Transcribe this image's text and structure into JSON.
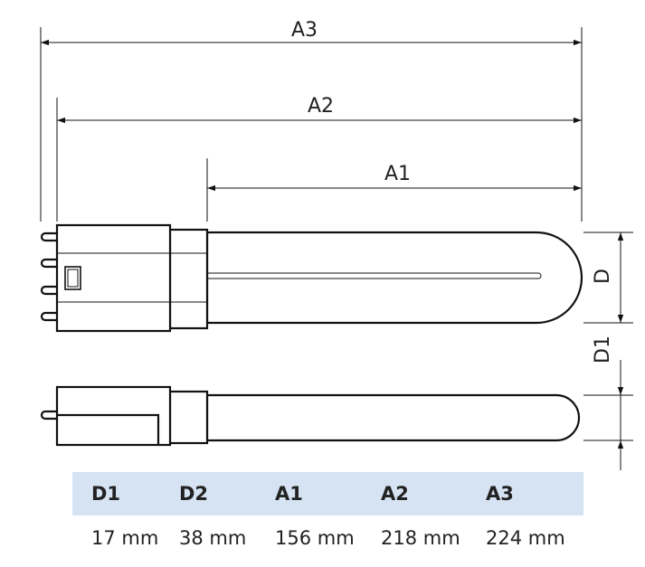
{
  "diagram": {
    "dimension_labels": {
      "a3": "A3",
      "a2": "A2",
      "a1": "A1",
      "d": "D",
      "d1": "D1"
    }
  },
  "table": {
    "headers": [
      "D1",
      "D2",
      "A1",
      "A2",
      "A3"
    ],
    "values": [
      "17 mm",
      "38 mm",
      "156 mm",
      "218 mm",
      "224 mm"
    ],
    "header_bg": "#d6e3f3"
  }
}
